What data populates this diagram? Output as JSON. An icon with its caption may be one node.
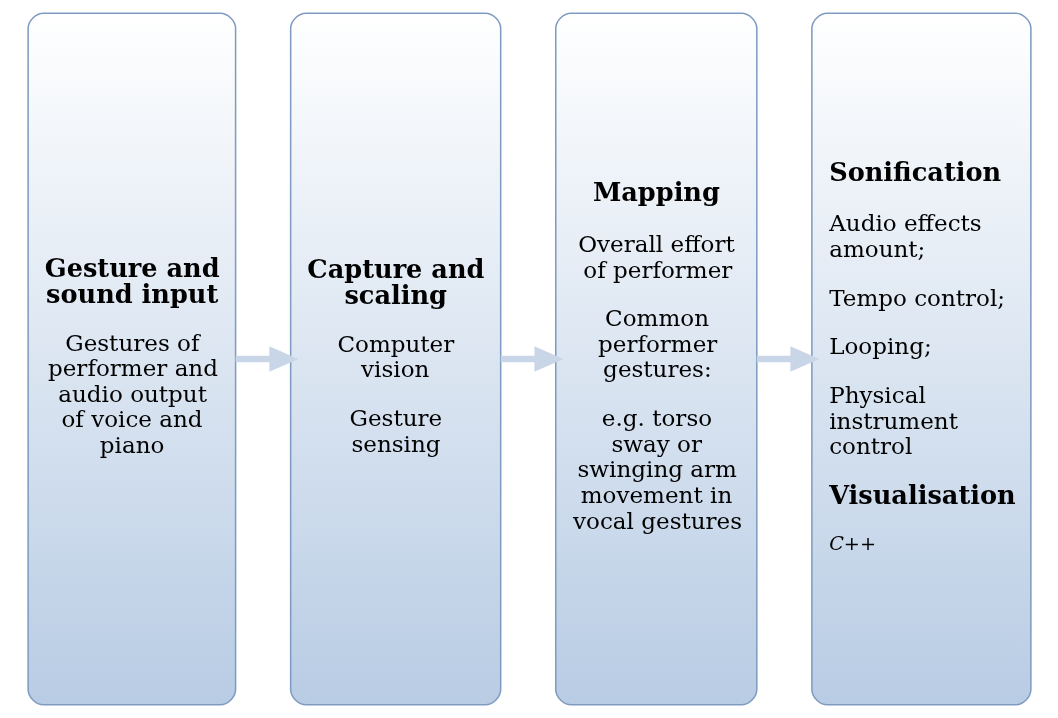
{
  "diagram": {
    "nodes": [
      {
        "text": [
          "Gesture and sound input",
          "Gestures of performer and audio output of voice and piano"
        ]
      },
      {
        "text": [
          "Capture and scaling",
          "Computer vision",
          "Gesture sensing"
        ]
      },
      {
        "text": [
          "Mapping",
          "Overall effort of performer",
          "Common performer gestures:",
          "e.g. torso sway or swinging arm movement in vocal gestures"
        ]
      },
      {
        "text": [
          "Sonification",
          "Audio effects amount;",
          "Tempo control;",
          "Looping;",
          "Physical instrument control",
          "Visualisation",
          "C++"
        ]
      }
    ],
    "edges": [
      {
        "from": 0,
        "to": 1,
        "arrow": "to"
      },
      {
        "from": 1,
        "to": 2,
        "arrow": "to"
      },
      {
        "from": 2,
        "to": 3,
        "arrow": "to"
      }
    ]
  }
}
